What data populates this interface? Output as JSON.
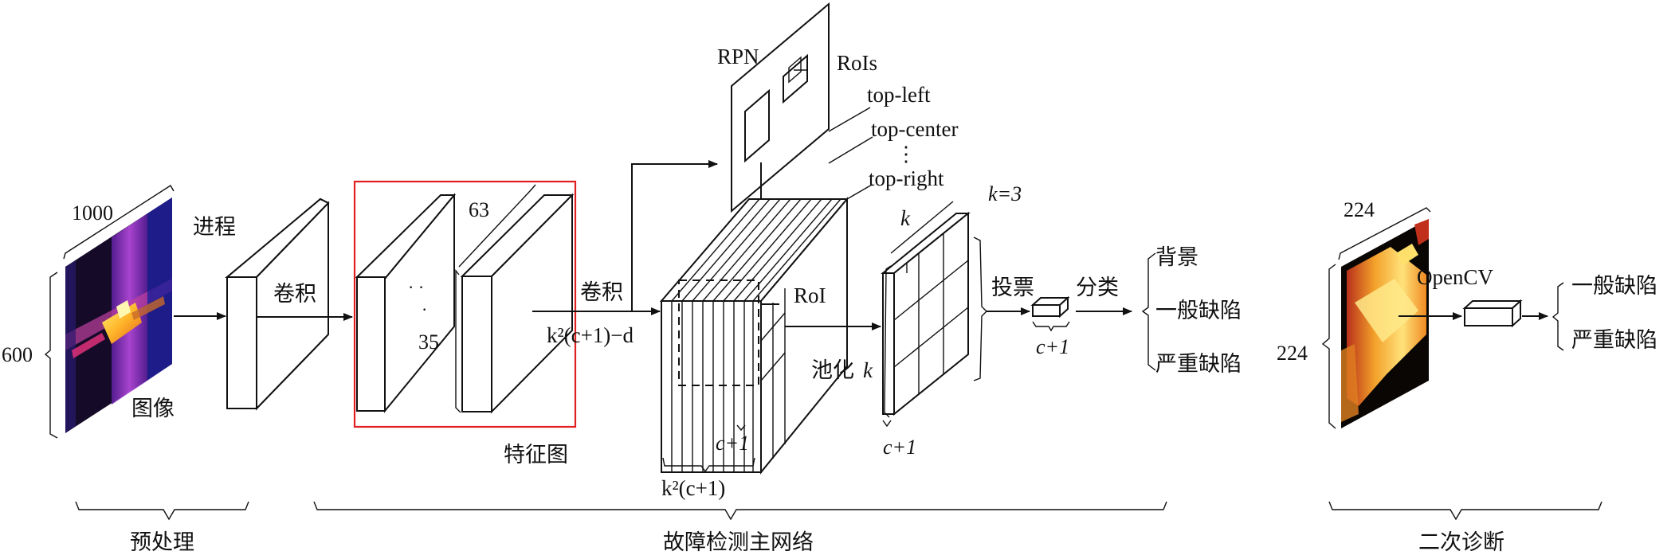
{
  "labels": {
    "input_width": "1000",
    "input_height": "600",
    "image": "图像",
    "process": "进程",
    "conv1": "卷积",
    "feature_depth": "63",
    "feature_size": "35",
    "dots": "· ·",
    "feature_map": "特征图",
    "conv2": "卷积",
    "rpn": "RPN",
    "rois": "RoIs",
    "top_left": "top-left",
    "top_center": "top-center",
    "vdots": "⋮",
    "top_right": "top-right",
    "roi": "RoI",
    "k_eq": "k=3",
    "k": "k",
    "pool": "池化",
    "pool_k": "k",
    "c_plus_1_a": "c+1",
    "c_plus_1_b": "c+1",
    "c_plus_1_c": "c+1",
    "score_map": "k²(c+1)",
    "score_map_channels": "k²(c+1)−d",
    "vote": "投票",
    "classify": "分类",
    "class_bg": "背景",
    "class_general": "一般缺陷",
    "class_severe": "严重缺陷",
    "second_size_w": "224",
    "second_size_h": "224",
    "opencv": "OpenCV",
    "second_general": "一般缺陷",
    "second_severe": "严重缺陷",
    "stage_preprocess": "预处理",
    "stage_main": "故障检测主网络",
    "stage_second": "二次诊断"
  },
  "colors": {
    "highlight_box": "#e02020",
    "thermal_bg": "#120a22",
    "thermal_purple": "#9a3cc8",
    "thermal_hot": "#ffcf3a",
    "thermal_orange": "#f07a1a"
  }
}
